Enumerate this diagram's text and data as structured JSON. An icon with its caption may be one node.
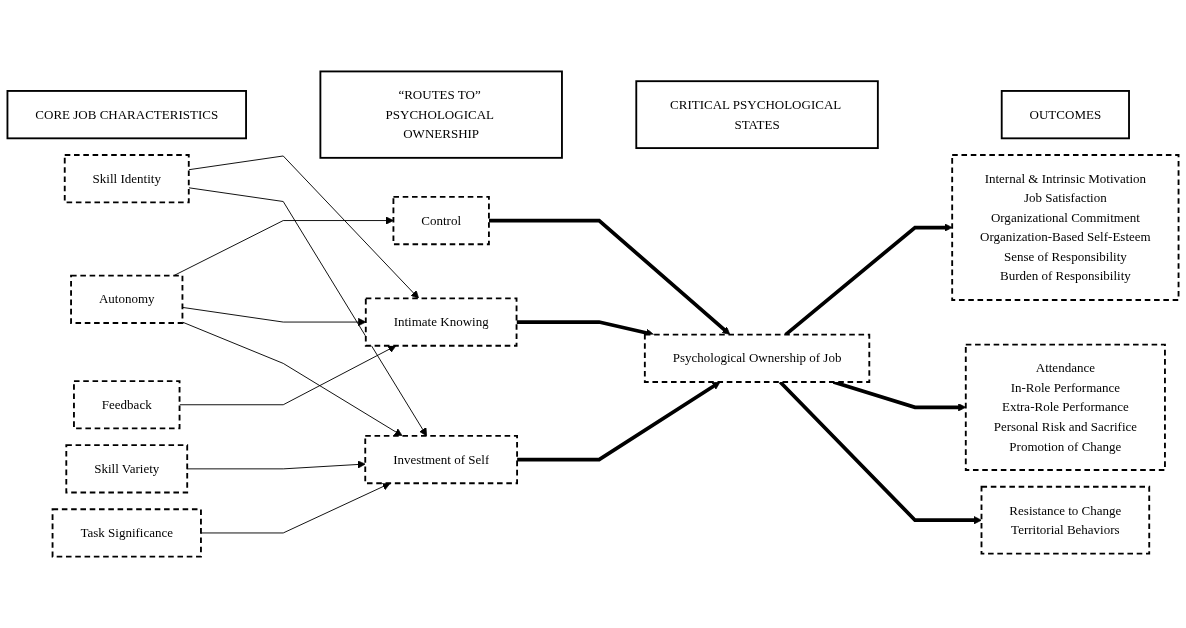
{
  "diagram": {
    "nodes": [
      {
        "text": [
          "CORE JOB CHARACTERISTICS"
        ]
      },
      {
        "text": [
          "“ROUTES TO” PSYCHOLOGICAL OWNERSHIP"
        ]
      },
      {
        "text": [
          "CRITICAL PSYCHOLOGICAL STATES"
        ]
      },
      {
        "text": [
          "OUTCOMES"
        ]
      },
      {
        "text": [
          "Skill Variety"
        ]
      },
      {
        "text": [
          "Skill Identity"
        ]
      },
      {
        "text": [
          "Task Significance"
        ]
      },
      {
        "text": [
          "Autonomy"
        ]
      },
      {
        "text": [
          "Feedback"
        ]
      },
      {
        "text": [
          "Control"
        ]
      },
      {
        "text": [
          "Intimate Knowing"
        ]
      },
      {
        "text": [
          "Investment of Self"
        ]
      },
      {
        "text": [
          "Psychological Ownership of Job"
        ]
      },
      {
        "text": [
          "Internal & Intrinsic Motivation",
          "Job Satisfaction",
          "Organizational Commitment",
          "Organization-Based Self-Esteem",
          "Sense of Responsibility",
          "Burden of Responsibility"
        ]
      },
      {
        "text": [
          "Attendance",
          "In-Role Performance",
          "Extra-Role Performance",
          "Personal Risk and Sacrifice",
          "Promotion of Change"
        ]
      },
      {
        "text": [
          "Resistance to Change",
          "Territorial Behaviors"
        ]
      }
    ],
    "edges": [
      {
        "from": 4,
        "to": 11,
        "arrow": "to"
      },
      {
        "from": 5,
        "to": 10,
        "arrow": "to"
      },
      {
        "from": 5,
        "to": 11,
        "arrow": "to"
      },
      {
        "from": 6,
        "to": 11,
        "arrow": "to"
      },
      {
        "from": 7,
        "to": 9,
        "arrow": "to"
      },
      {
        "from": 7,
        "to": 10,
        "arrow": "to"
      },
      {
        "from": 7,
        "to": 11,
        "arrow": "to"
      },
      {
        "from": 8,
        "to": 10,
        "arrow": "to"
      },
      {
        "from": 9,
        "to": 12,
        "arrow": "to",
        "style": "thick"
      },
      {
        "from": 10,
        "to": 12,
        "arrow": "to",
        "style": "thick"
      },
      {
        "from": 11,
        "to": 12,
        "arrow": "to",
        "style": "thick"
      },
      {
        "from": 12,
        "to": 13,
        "arrow": "to",
        "style": "thick"
      },
      {
        "from": 12,
        "to": 14,
        "arrow": "to",
        "style": "thick"
      },
      {
        "from": 12,
        "to": 15,
        "arrow": "to",
        "style": "thick"
      }
    ]
  }
}
